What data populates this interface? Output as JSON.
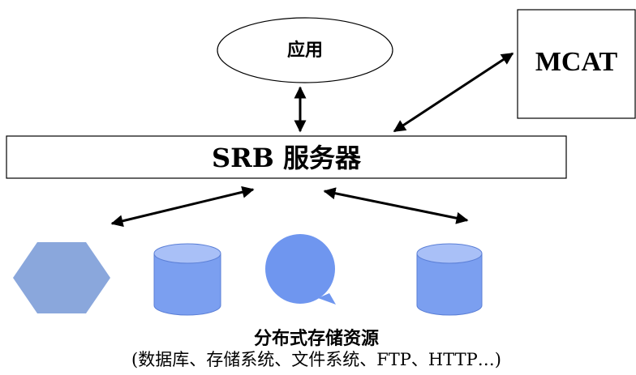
{
  "diagram": {
    "app": {
      "label": "应用"
    },
    "mcat": {
      "label": "MCAT"
    },
    "server": {
      "label": "SRB 服务器"
    },
    "storage": {
      "title": "分布式存储资源",
      "subtitle": "(数据库、存储系统、文件系统、FTP、HTTP…)"
    },
    "colors": {
      "hexagon": "#8aa7dc",
      "cylinder": "#7b9ff0",
      "cylinder_top": "#a9c0f7",
      "blob": "#6f96ef"
    },
    "icons": [
      "hexagon-icon",
      "database-cylinder-icon",
      "blob-q-icon",
      "database-cylinder-icon"
    ]
  }
}
